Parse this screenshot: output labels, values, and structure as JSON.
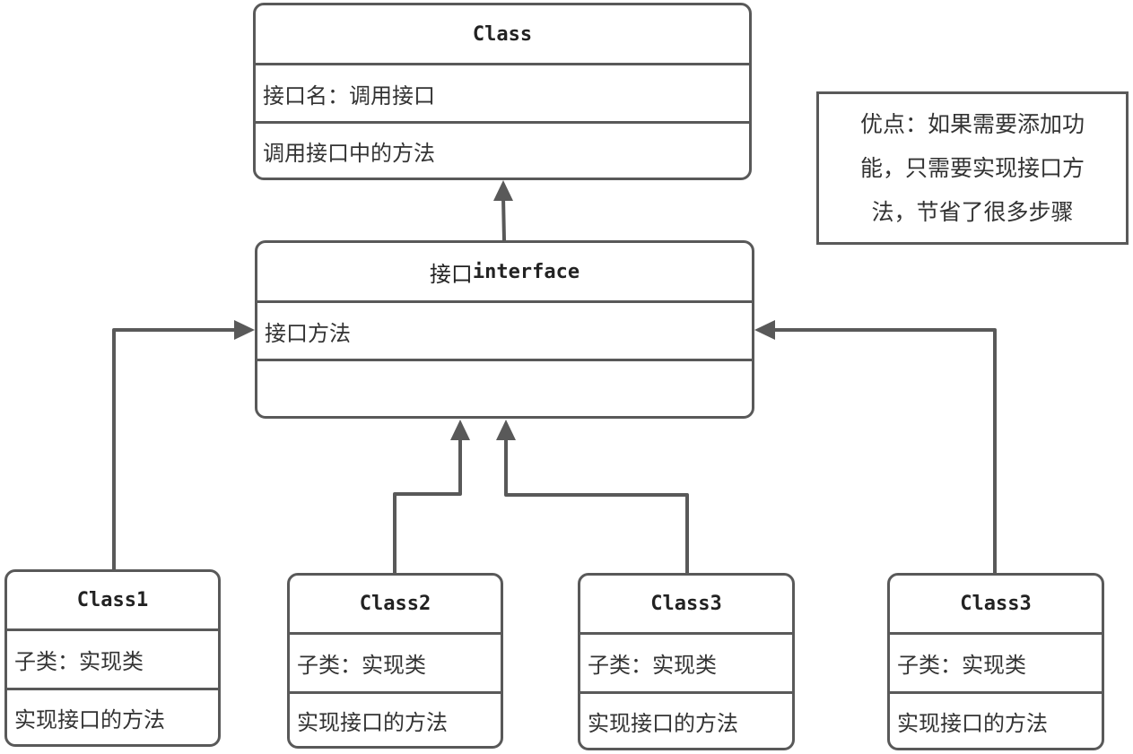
{
  "main_class": {
    "title": "Class",
    "field": "接口名：调用接口",
    "method": "调用接口中的方法"
  },
  "interface": {
    "title_cn": "接口",
    "title_en": "interface",
    "method": "接口方法",
    "extra": ""
  },
  "subclasses": [
    {
      "title": "Class1",
      "field": "子类：实现类",
      "method": "实现接口的方法"
    },
    {
      "title": "Class2",
      "field": "子类：实现类",
      "method": "实现接口的方法"
    },
    {
      "title": "Class3",
      "field": "子类：实现类",
      "method": "实现接口的方法"
    },
    {
      "title": "Class3",
      "field": "子类：实现类",
      "method": "实现接口的方法"
    }
  ],
  "note": {
    "text": "优点：如果需要添加功能，只需要实现接口方法，节省了很多步骤"
  },
  "colors": {
    "stroke": "#595959",
    "text": "#333333"
  }
}
